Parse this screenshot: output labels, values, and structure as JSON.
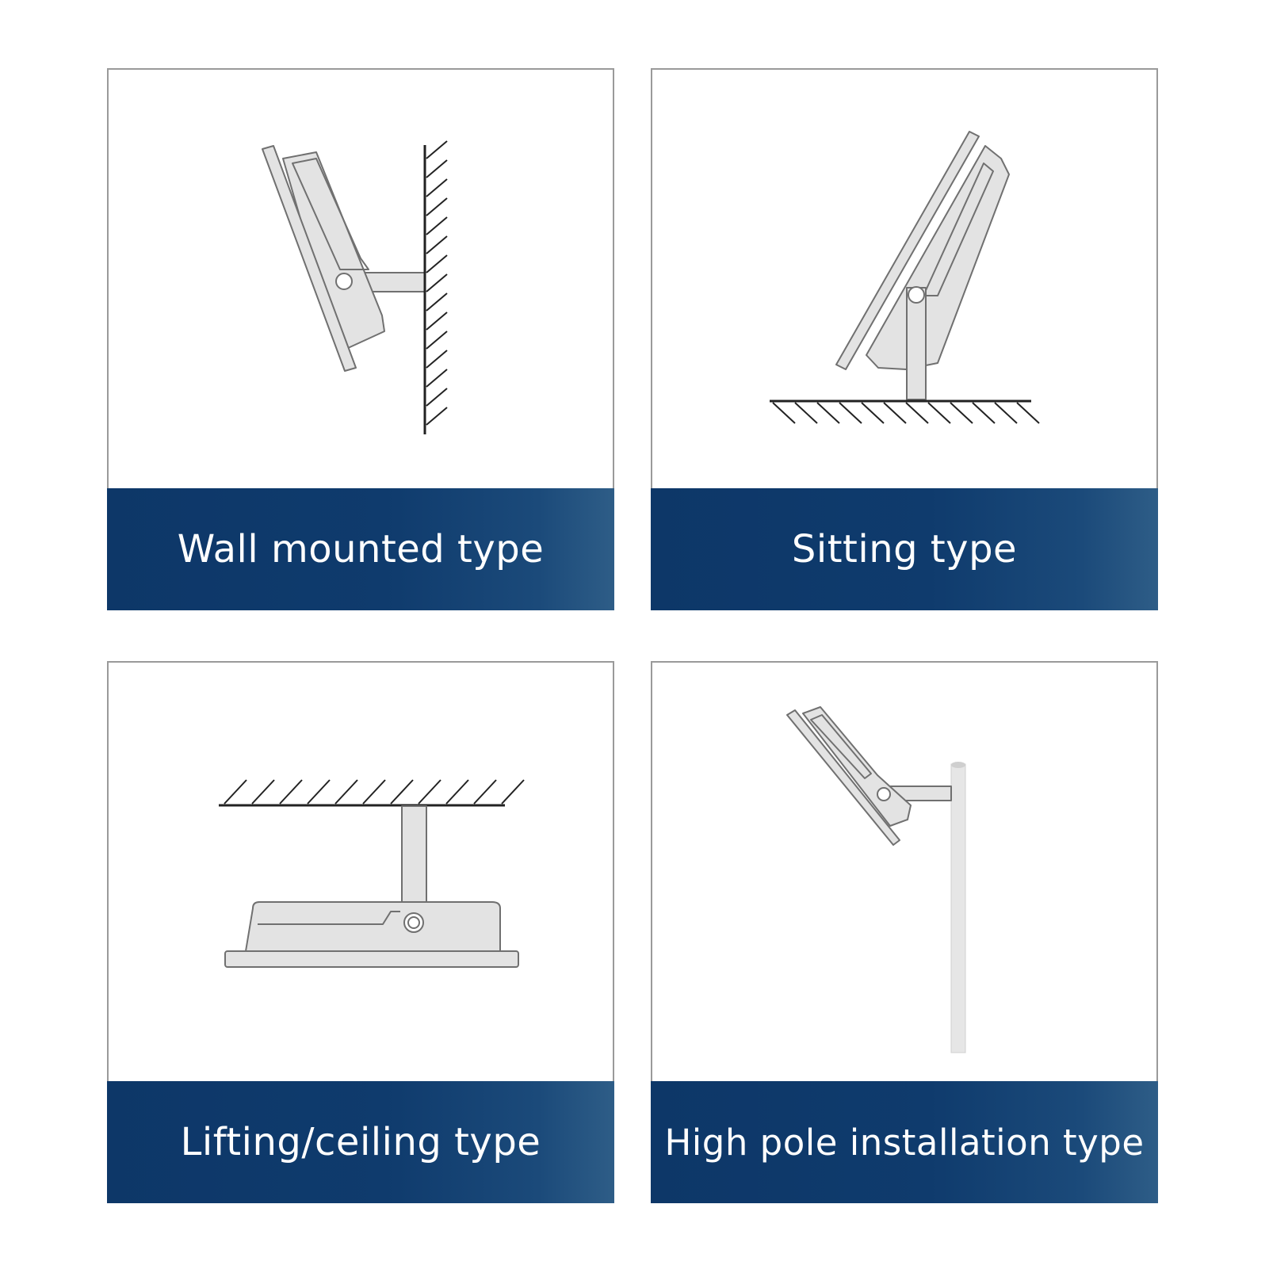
{
  "colors": {
    "banner_dark": "#0d3768",
    "banner_light": "#2a5a85",
    "frame_border": "#9a9a9a",
    "fixture_fill": "#e3e3e3",
    "fixture_stroke": "#707070",
    "hatch": "#222222"
  },
  "cards": [
    {
      "label": "Wall mounted type",
      "icon": "wall-mounted-floodlight-icon"
    },
    {
      "label": "Sitting type",
      "icon": "sitting-floodlight-icon"
    },
    {
      "label": "Lifting/ceiling type",
      "icon": "ceiling-floodlight-icon"
    },
    {
      "label": "High pole installation type",
      "icon": "pole-floodlight-icon"
    }
  ]
}
